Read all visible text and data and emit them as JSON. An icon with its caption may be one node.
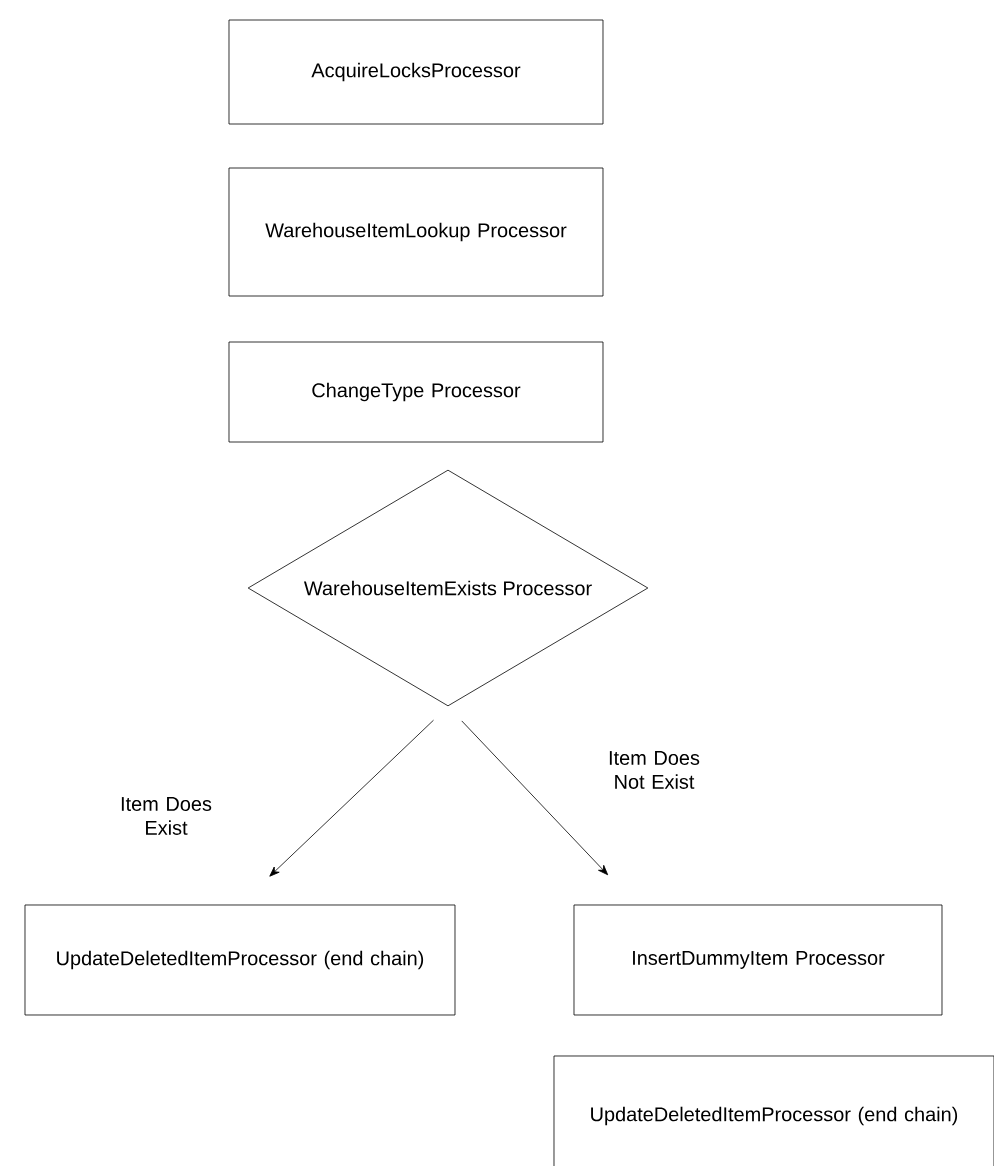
{
  "diagram": {
    "nodes": [
      {
        "text": [
          "AcquireLocksProcessor"
        ]
      },
      {
        "text": [
          "WarehouseItemLookup Processor"
        ]
      },
      {
        "text": [
          "ChangeType Processor"
        ]
      },
      {
        "text": [
          "WarehouseItemExists Processor"
        ]
      },
      {
        "text": [
          "UpdateDeletedItemProcessor (end chain)"
        ]
      },
      {
        "text": [
          "InsertDummyItem Processor"
        ]
      },
      {
        "text": [
          "UpdateDeletedItemProcessor (end chain)"
        ]
      }
    ],
    "edges": [
      {
        "from": 3,
        "to": 4,
        "arrow": "to",
        "label": "Item Does Exist"
      },
      {
        "from": 3,
        "to": 5,
        "arrow": "to",
        "label": "Item Does Not Exist"
      }
    ]
  }
}
